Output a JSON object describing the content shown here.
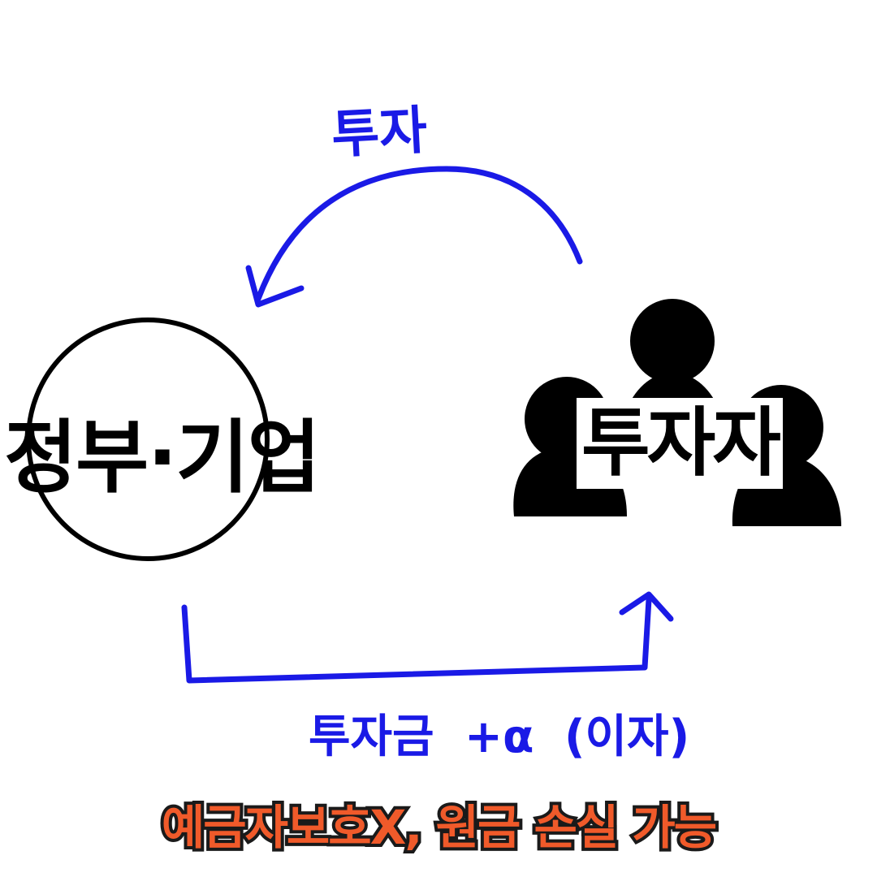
{
  "labels": {
    "top_arrow": "투자",
    "government_company": "정부·기업",
    "investor": "투자자",
    "bottom_arrow": "투자금 +α (이자)",
    "warning": "예금자보호X, 원금 손실 가능"
  },
  "icons": {
    "entity_circle": "circle-outline",
    "investor_group": "people-group-icon",
    "top_arrow": "curved-arrow-left-icon",
    "bottom_arrow": "bracket-arrow-up-icon"
  },
  "colors": {
    "arrow": "#1a1ae6",
    "warning_fill": "#f05a2a",
    "warning_outline": "#1a1a1a",
    "ink": "#000000",
    "background": "#ffffff"
  }
}
